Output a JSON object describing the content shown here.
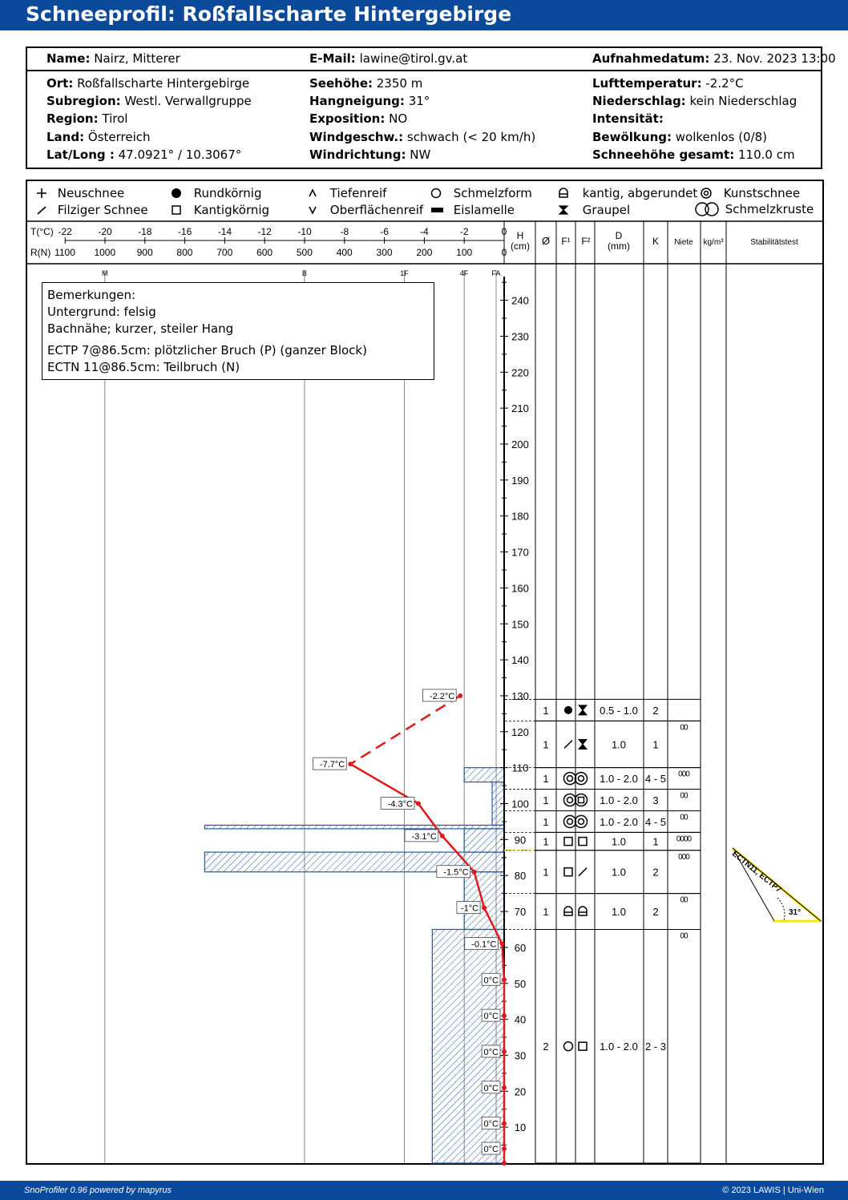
{
  "header": {
    "title": "Schneeprofil: Roßfallscharte Hintergebirge"
  },
  "info": {
    "name_label": "Name:",
    "name": "Nairz, Mitterer",
    "email_label": "E-Mail:",
    "email": "lawine@tirol.gv.at",
    "date_label": "Aufnahmedatum:",
    "date": "23. Nov. 2023 13:00",
    "ort_label": "Ort:",
    "ort": "Roßfallscharte Hintergebirge",
    "subregion_label": "Subregion:",
    "subregion": "Westl. Verwallgruppe",
    "region_label": "Region:",
    "region": "Tirol",
    "land_label": "Land:",
    "land": "Österreich",
    "latlong_label": "Lat/Long :",
    "latlong": "47.0921° / 10.3067°",
    "seehoehe_label": "Seehöhe:",
    "seehoehe": "2350 m",
    "hangneigung_label": "Hangneigung:",
    "hangneigung": "31°",
    "exposition_label": "Exposition:",
    "exposition": "NO",
    "windgeschw_label": "Windgeschw.:",
    "windgeschw": "schwach (< 20 km/h)",
    "windrichtung_label": "Windrichtung:",
    "windrichtung": "NW",
    "lufttemp_label": "Lufttemperatur:",
    "lufttemp": "-2.2°C",
    "niederschlag_label": "Niederschlag:",
    "niederschlag": "kein Niederschlag",
    "intensitaet_label": "Intensität:",
    "intensitaet": "",
    "bewoelkung_label": "Bewölkung:",
    "bewoelkung": "wolkenlos (0/8)",
    "schneehoehe_label": "Schneehöhe gesamt:",
    "schneehoehe": "110.0 cm"
  },
  "legend": {
    "neuschnee": "Neuschnee",
    "filziger": "Filziger Schnee",
    "rundkoernig": "Rundkörnig",
    "kantigkoernig": "Kantigkörnig",
    "tiefenreif": "Tiefenreif",
    "oberflaechenreif": "Oberflächenreif",
    "schmelzform": "Schmelzform",
    "eislamelle": "Eislamelle",
    "kantig_abgerundet": "kantig, abgerundet",
    "graupel": "Graupel",
    "kunstschnee": "Kunstschnee",
    "schmelzkruste": "Schmelzkruste"
  },
  "axes": {
    "t_label": "T(°C)",
    "r_label": "R(N)",
    "t_ticks": [
      "-22",
      "-20",
      "-18",
      "-16",
      "-14",
      "-12",
      "-10",
      "-8",
      "-6",
      "-4",
      "-2",
      "0"
    ],
    "r_ticks": [
      "1100",
      "1000",
      "900",
      "800",
      "700",
      "600",
      "500",
      "400",
      "300",
      "200",
      "100",
      "0"
    ],
    "hardness_labels": [
      "M",
      "B",
      "1F",
      "4F",
      "FA"
    ],
    "h_label": "H",
    "h_unit": "(cm)",
    "h_ticks": [
      "10",
      "20",
      "30",
      "40",
      "50",
      "60",
      "70",
      "80",
      "90",
      "100",
      "110",
      "120",
      "130",
      "140",
      "150",
      "160",
      "170",
      "180",
      "190",
      "200",
      "210",
      "220",
      "230",
      "240"
    ]
  },
  "table_headers": {
    "diam": "Ø",
    "f1": "F¹",
    "f2": "F²",
    "d": "D",
    "d_unit": "(mm)",
    "k": "K",
    "niete": "Niete",
    "density": "kg/m³",
    "stability": "Stabilitätstest"
  },
  "remarks": {
    "title": "Bemerkungen:",
    "line1": "Untergrund: felsig",
    "line2": "Bachnähe; kurzer, steiler Hang",
    "line3": "ECTP 7@86.5cm: plötzlicher Bruch (P) (ganzer Block)",
    "line4": "ECTN 11@86.5cm: Teilbruch (N)"
  },
  "stability_test": {
    "label": "ECTN11, ECTP7",
    "slope": "31°",
    "height_cm": 86.5
  },
  "footer": {
    "left": "SnoProfiler 0.96 powered by mapyrus",
    "right": "© 2023 LAWIS | Uni-Wien"
  },
  "chart_data": {
    "type": "line",
    "xlabel": "T(°C)",
    "ylabel": "H (cm)",
    "xlim": [
      -22,
      0
    ],
    "ylim": [
      0,
      240
    ],
    "temperature_profile": [
      {
        "h": 130,
        "t": -2.2,
        "label": "-2.2°C"
      },
      {
        "h": 111,
        "t": -7.7,
        "label": "-7.7°C"
      },
      {
        "h": 100,
        "t": -4.3,
        "label": "-4.3°C"
      },
      {
        "h": 91,
        "t": -3.1,
        "label": "-3.1°C"
      },
      {
        "h": 81,
        "t": -1.5,
        "label": "-1.5°C"
      },
      {
        "h": 71,
        "t": -1,
        "label": "-1°C"
      },
      {
        "h": 61,
        "t": -0.1,
        "label": "-0.1°C"
      },
      {
        "h": 51,
        "t": 0,
        "label": "0°C"
      },
      {
        "h": 41,
        "t": 0,
        "label": "0°C"
      },
      {
        "h": 31,
        "t": 0,
        "label": "0°C"
      },
      {
        "h": 21,
        "t": 0,
        "label": "0°C"
      },
      {
        "h": 11,
        "t": 0,
        "label": "0°C"
      },
      {
        "h": 4,
        "t": 0,
        "label": "0°C"
      },
      {
        "h": 0,
        "t": 0,
        "label": ""
      }
    ],
    "ram_profile": [
      {
        "from": 106,
        "to": 110,
        "r": 100
      },
      {
        "from": 94,
        "to": 106,
        "r": 30
      },
      {
        "from": 93,
        "to": 94,
        "r": 750
      },
      {
        "from": 86.5,
        "to": 93,
        "r": 100
      },
      {
        "from": 81,
        "to": 86.5,
        "r": 750
      },
      {
        "from": 65,
        "to": 81,
        "r": 100
      },
      {
        "from": 0,
        "to": 65,
        "r": 180
      }
    ],
    "layers": [
      {
        "from": 123,
        "to": 129,
        "diam": "1",
        "f1": "rundkoernig",
        "f2": "graupel",
        "d": "0.5 - 1.0",
        "k": "2",
        "niete": ""
      },
      {
        "from": 110,
        "to": 123,
        "diam": "1",
        "f1": "filziger",
        "f2": "graupel",
        "d": "1.0",
        "k": "1",
        "niete": "00"
      },
      {
        "from": 104,
        "to": 110,
        "diam": "1",
        "f1": "schmelzkruste",
        "f2": "",
        "d": "1.0 - 2.0",
        "k": "4 - 5",
        "niete": "000"
      },
      {
        "from": 98,
        "to": 104,
        "diam": "1",
        "f1": "schmelzkruste_kantig",
        "f2": "",
        "d": "1.0 - 2.0",
        "k": "3",
        "niete": "00"
      },
      {
        "from": 92,
        "to": 98,
        "diam": "1",
        "f1": "schmelzkruste",
        "f2": "",
        "d": "1.0 - 2.0",
        "k": "4 - 5",
        "niete": "00"
      },
      {
        "from": 87,
        "to": 92,
        "diam": "1",
        "f1": "kantigkoernig",
        "f2": "kantigkoernig",
        "d": "1.0",
        "k": "1",
        "niete": "0000"
      },
      {
        "from": 75,
        "to": 87,
        "diam": "1",
        "f1": "kantigkoernig",
        "f2": "filziger",
        "d": "1.0",
        "k": "2",
        "niete": "000"
      },
      {
        "from": 65,
        "to": 75,
        "diam": "1",
        "f1": "kantig_abgerundet",
        "f2": "kantig_abgerundet",
        "d": "1.0",
        "k": "2",
        "niete": "00"
      },
      {
        "from": 0,
        "to": 65,
        "diam": "2",
        "f1": "schmelzform",
        "f2": "kantigkoernig",
        "d": "1.0 - 2.0",
        "k": "2 - 3",
        "niete": "00"
      }
    ]
  }
}
